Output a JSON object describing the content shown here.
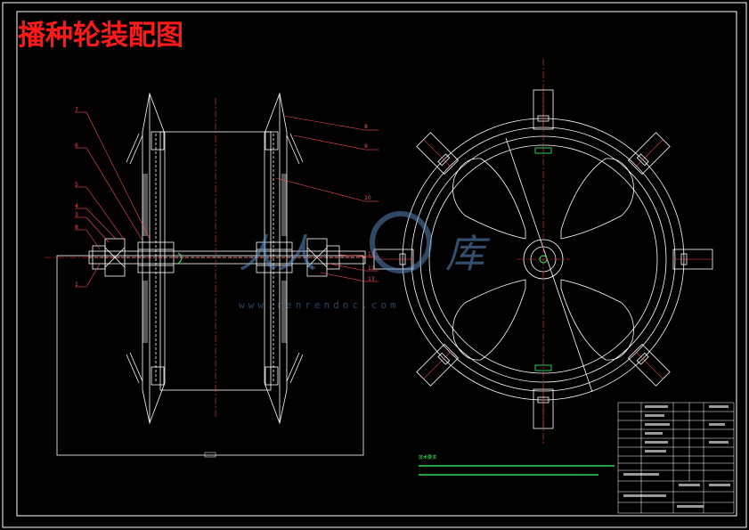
{
  "drawing": {
    "title": "播种轮装配图",
    "part_numbers_left": [
      "7",
      "6",
      "5",
      "4",
      "3",
      "8",
      "1"
    ],
    "part_numbers_right": [
      "8",
      "9",
      "10",
      "11",
      "12",
      "13"
    ],
    "technical_notes_title": "技术要求"
  },
  "watermark": {
    "text_left": "人人",
    "text_right": "库",
    "url": "www.renrendoc.com"
  },
  "colors": {
    "background": "#000000",
    "line": "#ffffff",
    "title": "#ff1a1a",
    "leader": "#ff4d4d",
    "centerline": "#ff3333",
    "accent": "#33ff66"
  }
}
